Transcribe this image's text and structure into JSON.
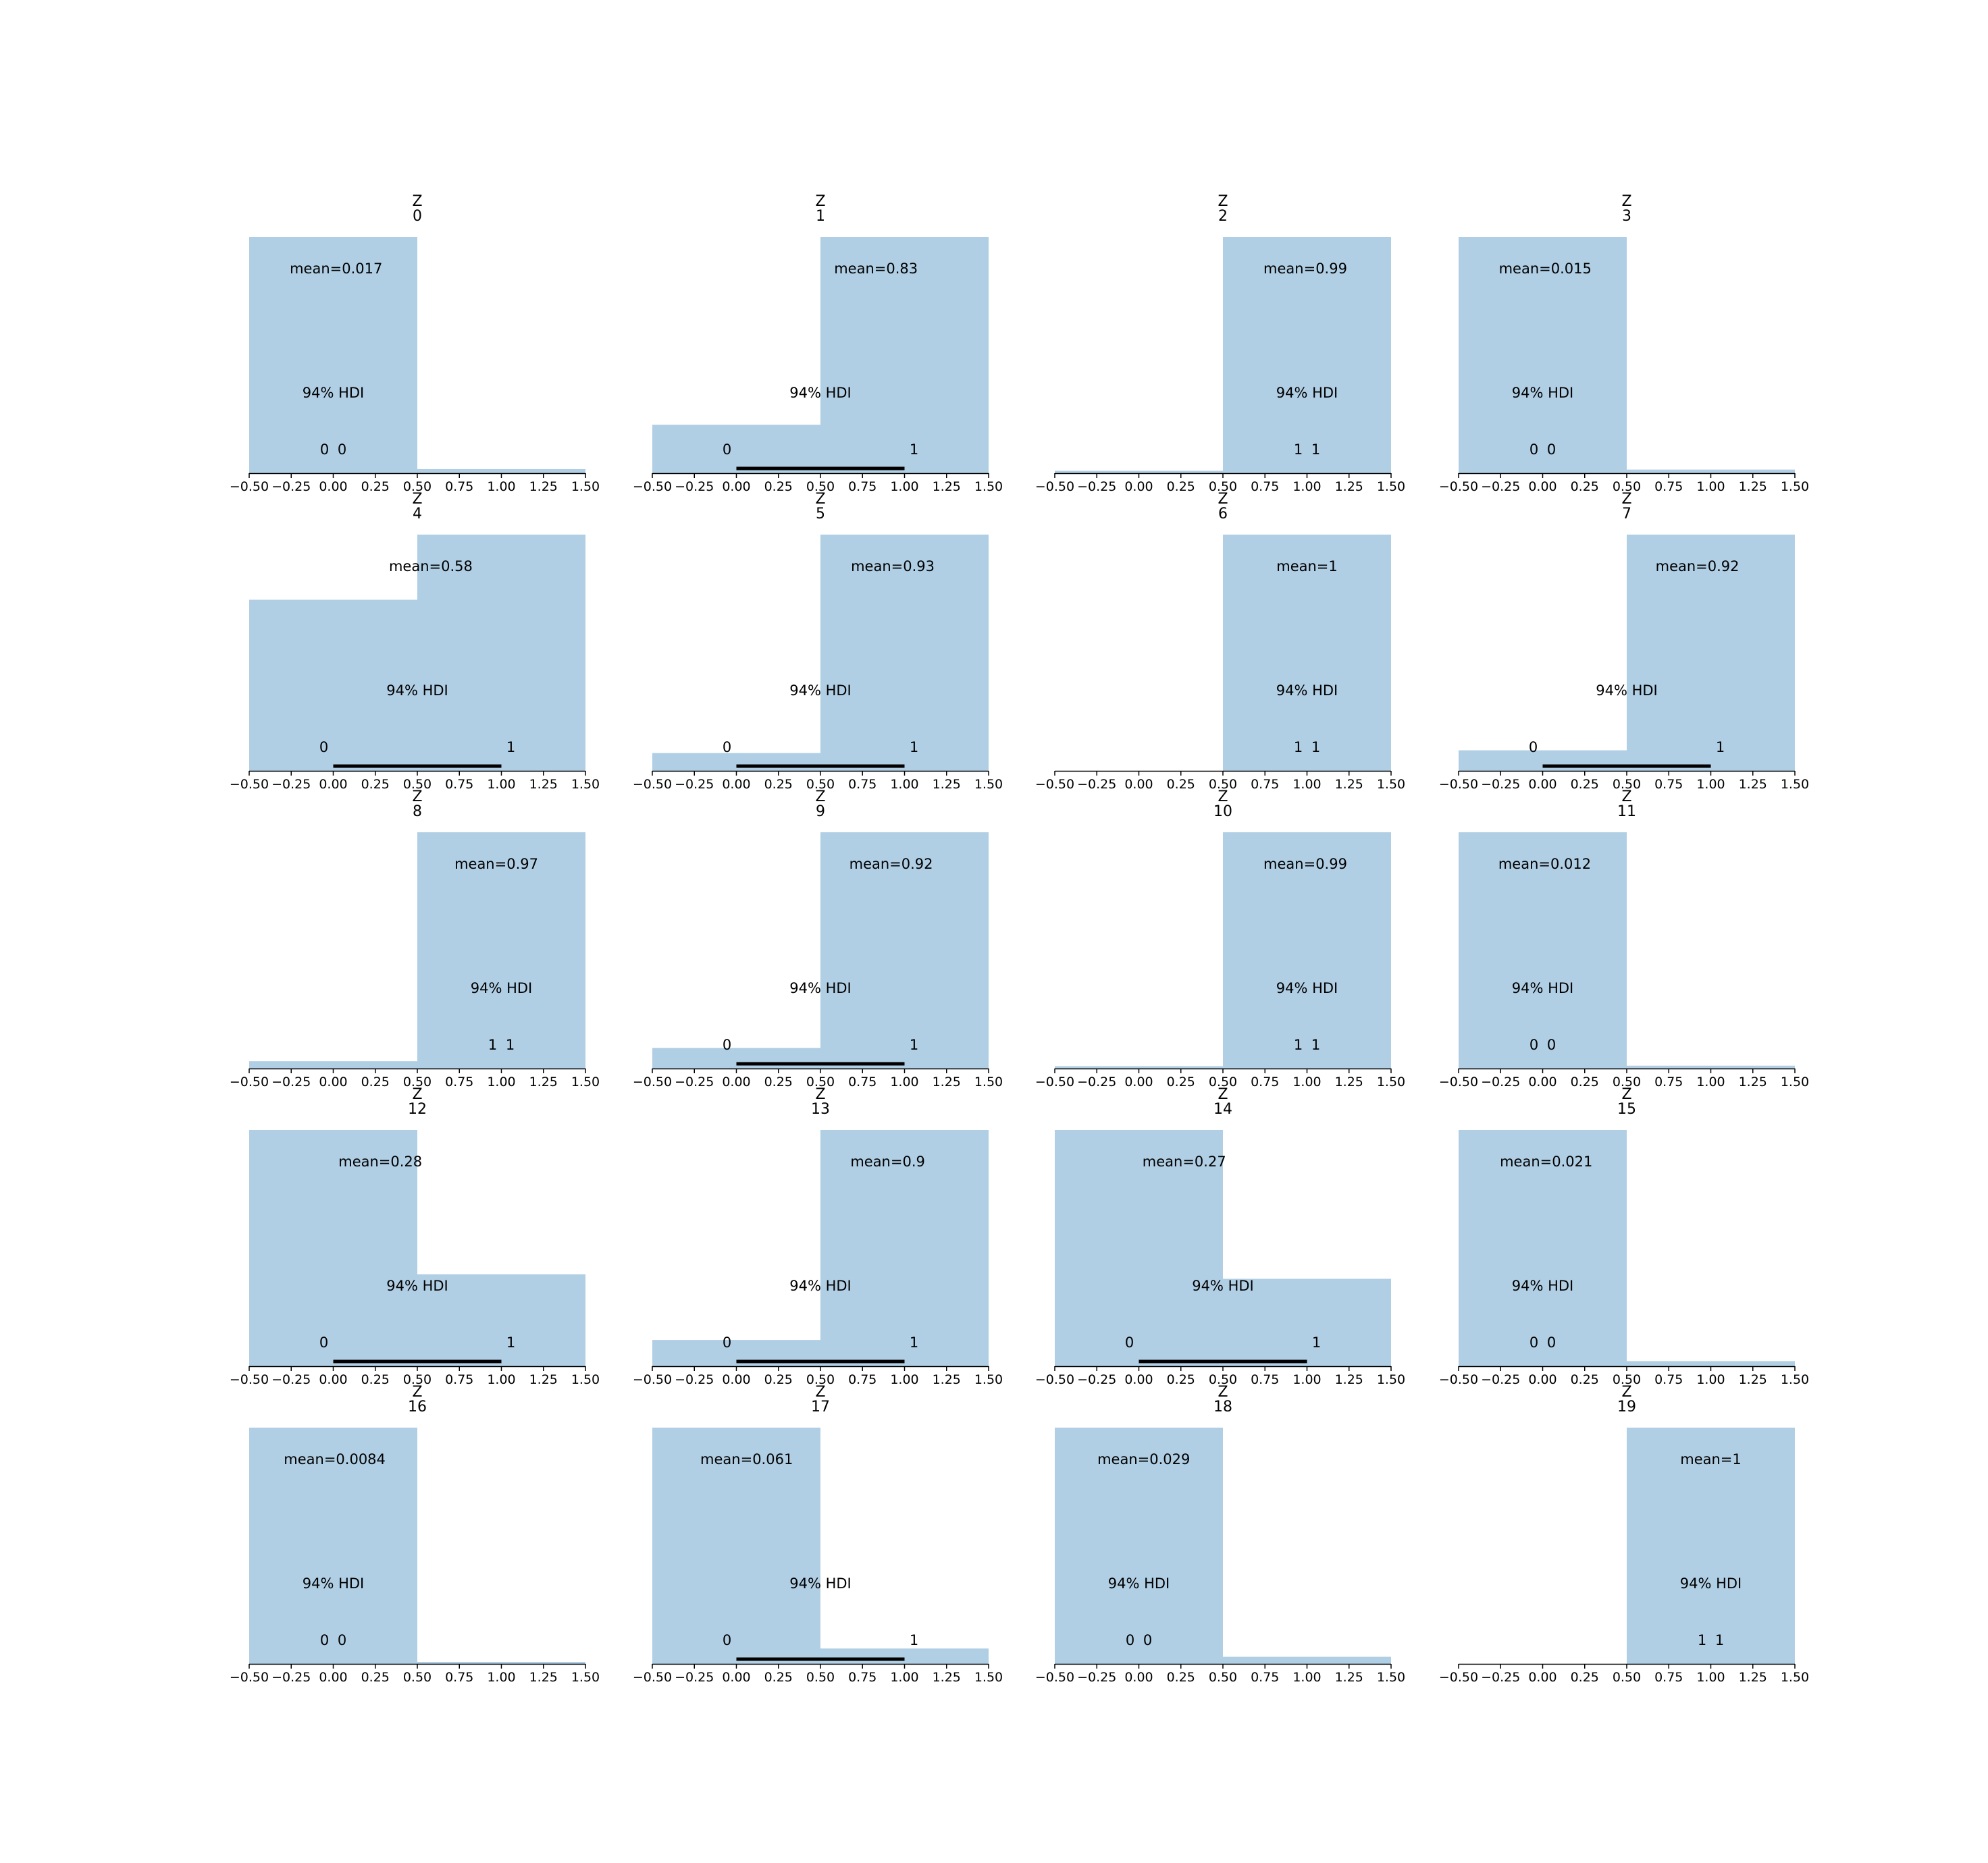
{
  "figure": {
    "bar_color": "#b0cee4",
    "hdi_color": "#000000",
    "hdi_label": "94% HDI",
    "x_ticks": [
      "−0.50",
      "−0.25",
      "0.00",
      "0.25",
      "0.50",
      "0.75",
      "1.00",
      "1.25",
      "1.50"
    ]
  },
  "chart_data": [
    {
      "type": "bar",
      "title": "Z\n0",
      "bins": [
        -0.5,
        0.5,
        1.5
      ],
      "values": [
        0.983,
        0.017
      ],
      "xlim": [
        -0.5,
        1.5
      ],
      "mean_label": "mean=0.017",
      "hdi": [
        0,
        0
      ],
      "hdi_labels": [
        "0",
        "0"
      ]
    },
    {
      "type": "bar",
      "title": "Z\n1",
      "bins": [
        -0.5,
        0.5,
        1.5
      ],
      "values": [
        0.17,
        0.83
      ],
      "xlim": [
        -0.5,
        1.5
      ],
      "mean_label": "mean=0.83",
      "hdi": [
        0,
        1
      ],
      "hdi_labels": [
        "0",
        "1"
      ]
    },
    {
      "type": "bar",
      "title": "Z\n2",
      "bins": [
        -0.5,
        0.5,
        1.5
      ],
      "values": [
        0.01,
        0.99
      ],
      "xlim": [
        -0.5,
        1.5
      ],
      "mean_label": "mean=0.99",
      "hdi": [
        1,
        1
      ],
      "hdi_labels": [
        "1",
        "1"
      ]
    },
    {
      "type": "bar",
      "title": "Z\n3",
      "bins": [
        -0.5,
        0.5,
        1.5
      ],
      "values": [
        0.985,
        0.015
      ],
      "xlim": [
        -0.5,
        1.5
      ],
      "mean_label": "mean=0.015",
      "hdi": [
        0,
        0
      ],
      "hdi_labels": [
        "0",
        "0"
      ]
    },
    {
      "type": "bar",
      "title": "Z\n4",
      "bins": [
        -0.5,
        0.5,
        1.5
      ],
      "values": [
        0.42,
        0.58
      ],
      "xlim": [
        -0.5,
        1.5
      ],
      "mean_label": "mean=0.58",
      "hdi": [
        0,
        1
      ],
      "hdi_labels": [
        "0",
        "1"
      ]
    },
    {
      "type": "bar",
      "title": "Z\n5",
      "bins": [
        -0.5,
        0.5,
        1.5
      ],
      "values": [
        0.07,
        0.93
      ],
      "xlim": [
        -0.5,
        1.5
      ],
      "mean_label": "mean=0.93",
      "hdi": [
        0,
        1
      ],
      "hdi_labels": [
        "0",
        "1"
      ]
    },
    {
      "type": "bar",
      "title": "Z\n6",
      "bins": [
        -0.5,
        0.5,
        1.5
      ],
      "values": [
        0.0,
        1.0
      ],
      "xlim": [
        -0.5,
        1.5
      ],
      "mean_label": "mean=1",
      "hdi": [
        1,
        1
      ],
      "hdi_labels": [
        "1",
        "1"
      ]
    },
    {
      "type": "bar",
      "title": "Z\n7",
      "bins": [
        -0.5,
        0.5,
        1.5
      ],
      "values": [
        0.08,
        0.92
      ],
      "xlim": [
        -0.5,
        1.5
      ],
      "mean_label": "mean=0.92",
      "hdi": [
        0,
        1
      ],
      "hdi_labels": [
        "0",
        "1"
      ]
    },
    {
      "type": "bar",
      "title": "Z\n8",
      "bins": [
        -0.5,
        0.5,
        1.5
      ],
      "values": [
        0.03,
        0.97
      ],
      "xlim": [
        -0.5,
        1.5
      ],
      "mean_label": "mean=0.97",
      "hdi": [
        1,
        1
      ],
      "hdi_labels": [
        "1",
        "1"
      ]
    },
    {
      "type": "bar",
      "title": "Z\n9",
      "bins": [
        -0.5,
        0.5,
        1.5
      ],
      "values": [
        0.08,
        0.92
      ],
      "xlim": [
        -0.5,
        1.5
      ],
      "mean_label": "mean=0.92",
      "hdi": [
        0,
        1
      ],
      "hdi_labels": [
        "0",
        "1"
      ]
    },
    {
      "type": "bar",
      "title": "Z\n10",
      "bins": [
        -0.5,
        0.5,
        1.5
      ],
      "values": [
        0.01,
        0.99
      ],
      "xlim": [
        -0.5,
        1.5
      ],
      "mean_label": "mean=0.99",
      "hdi": [
        1,
        1
      ],
      "hdi_labels": [
        "1",
        "1"
      ]
    },
    {
      "type": "bar",
      "title": "Z\n11",
      "bins": [
        -0.5,
        0.5,
        1.5
      ],
      "values": [
        0.988,
        0.012
      ],
      "xlim": [
        -0.5,
        1.5
      ],
      "mean_label": "mean=0.012",
      "hdi": [
        0,
        0
      ],
      "hdi_labels": [
        "0",
        "0"
      ]
    },
    {
      "type": "bar",
      "title": "Z\n12",
      "bins": [
        -0.5,
        0.5,
        1.5
      ],
      "values": [
        0.72,
        0.28
      ],
      "xlim": [
        -0.5,
        1.5
      ],
      "mean_label": "mean=0.28",
      "hdi": [
        0,
        1
      ],
      "hdi_labels": [
        "0",
        "1"
      ]
    },
    {
      "type": "bar",
      "title": "Z\n13",
      "bins": [
        -0.5,
        0.5,
        1.5
      ],
      "values": [
        0.1,
        0.9
      ],
      "xlim": [
        -0.5,
        1.5
      ],
      "mean_label": "mean=0.9",
      "hdi": [
        0,
        1
      ],
      "hdi_labels": [
        "0",
        "1"
      ]
    },
    {
      "type": "bar",
      "title": "Z\n14",
      "bins": [
        -0.5,
        0.5,
        1.5
      ],
      "values": [
        0.73,
        0.27
      ],
      "xlim": [
        -0.5,
        1.5
      ],
      "mean_label": "mean=0.27",
      "hdi": [
        0,
        1
      ],
      "hdi_labels": [
        "0",
        "1"
      ]
    },
    {
      "type": "bar",
      "title": "Z\n15",
      "bins": [
        -0.5,
        0.5,
        1.5
      ],
      "values": [
        0.979,
        0.021
      ],
      "xlim": [
        -0.5,
        1.5
      ],
      "mean_label": "mean=0.021",
      "hdi": [
        0,
        0
      ],
      "hdi_labels": [
        "0",
        "0"
      ]
    },
    {
      "type": "bar",
      "title": "Z\n16",
      "bins": [
        -0.5,
        0.5,
        1.5
      ],
      "values": [
        0.9916,
        0.0084
      ],
      "xlim": [
        -0.5,
        1.5
      ],
      "mean_label": "mean=0.0084",
      "hdi": [
        0,
        0
      ],
      "hdi_labels": [
        "0",
        "0"
      ]
    },
    {
      "type": "bar",
      "title": "Z\n17",
      "bins": [
        -0.5,
        0.5,
        1.5
      ],
      "values": [
        0.939,
        0.061
      ],
      "xlim": [
        -0.5,
        1.5
      ],
      "mean_label": "mean=0.061",
      "hdi": [
        0,
        1
      ],
      "hdi_labels": [
        "0",
        "1"
      ]
    },
    {
      "type": "bar",
      "title": "Z\n18",
      "bins": [
        -0.5,
        0.5,
        1.5
      ],
      "values": [
        0.971,
        0.029
      ],
      "xlim": [
        -0.5,
        1.5
      ],
      "mean_label": "mean=0.029",
      "hdi": [
        0,
        0
      ],
      "hdi_labels": [
        "0",
        "0"
      ]
    },
    {
      "type": "bar",
      "title": "Z\n19",
      "bins": [
        -0.5,
        0.5,
        1.5
      ],
      "values": [
        0.0,
        1.0
      ],
      "xlim": [
        -0.5,
        1.5
      ],
      "mean_label": "mean=1",
      "hdi": [
        1,
        1
      ],
      "hdi_labels": [
        "1",
        "1"
      ]
    }
  ]
}
